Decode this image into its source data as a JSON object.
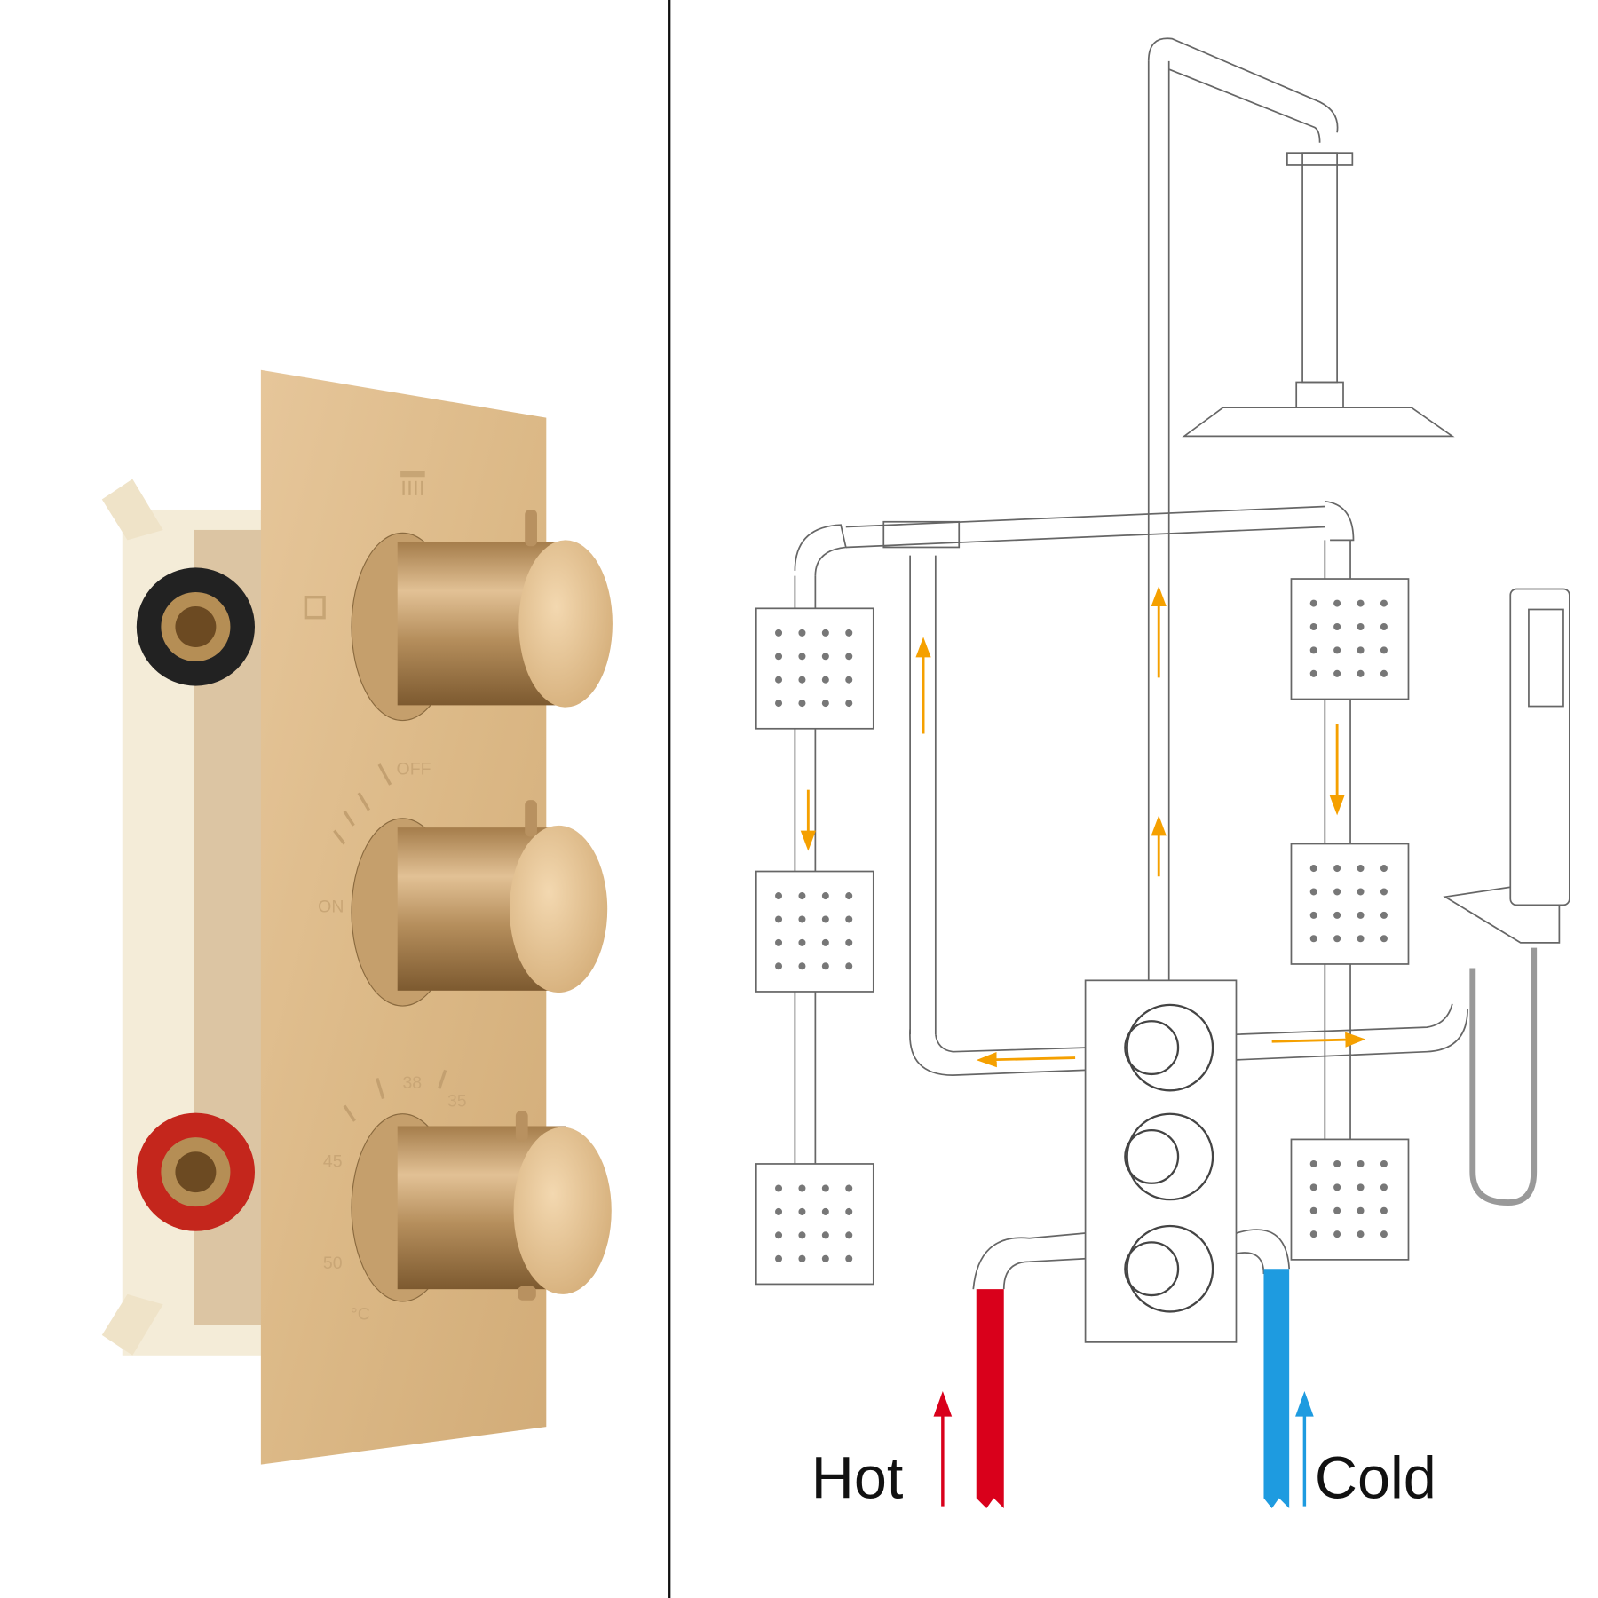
{
  "product_photo": {
    "diverter_labels": {
      "off": "OFF",
      "on": "ON"
    },
    "temperature_labels": {
      "t38": "38",
      "t35": "35",
      "t45": "45",
      "t50": "50",
      "unit": "°C"
    }
  },
  "diagram": {
    "hot_label": "Hot",
    "cold_label": "Cold",
    "colors": {
      "hot": "#d9001b",
      "cold": "#1e9be0",
      "flow_arrow": "#f5a000",
      "gold": "#d8b57f"
    }
  }
}
